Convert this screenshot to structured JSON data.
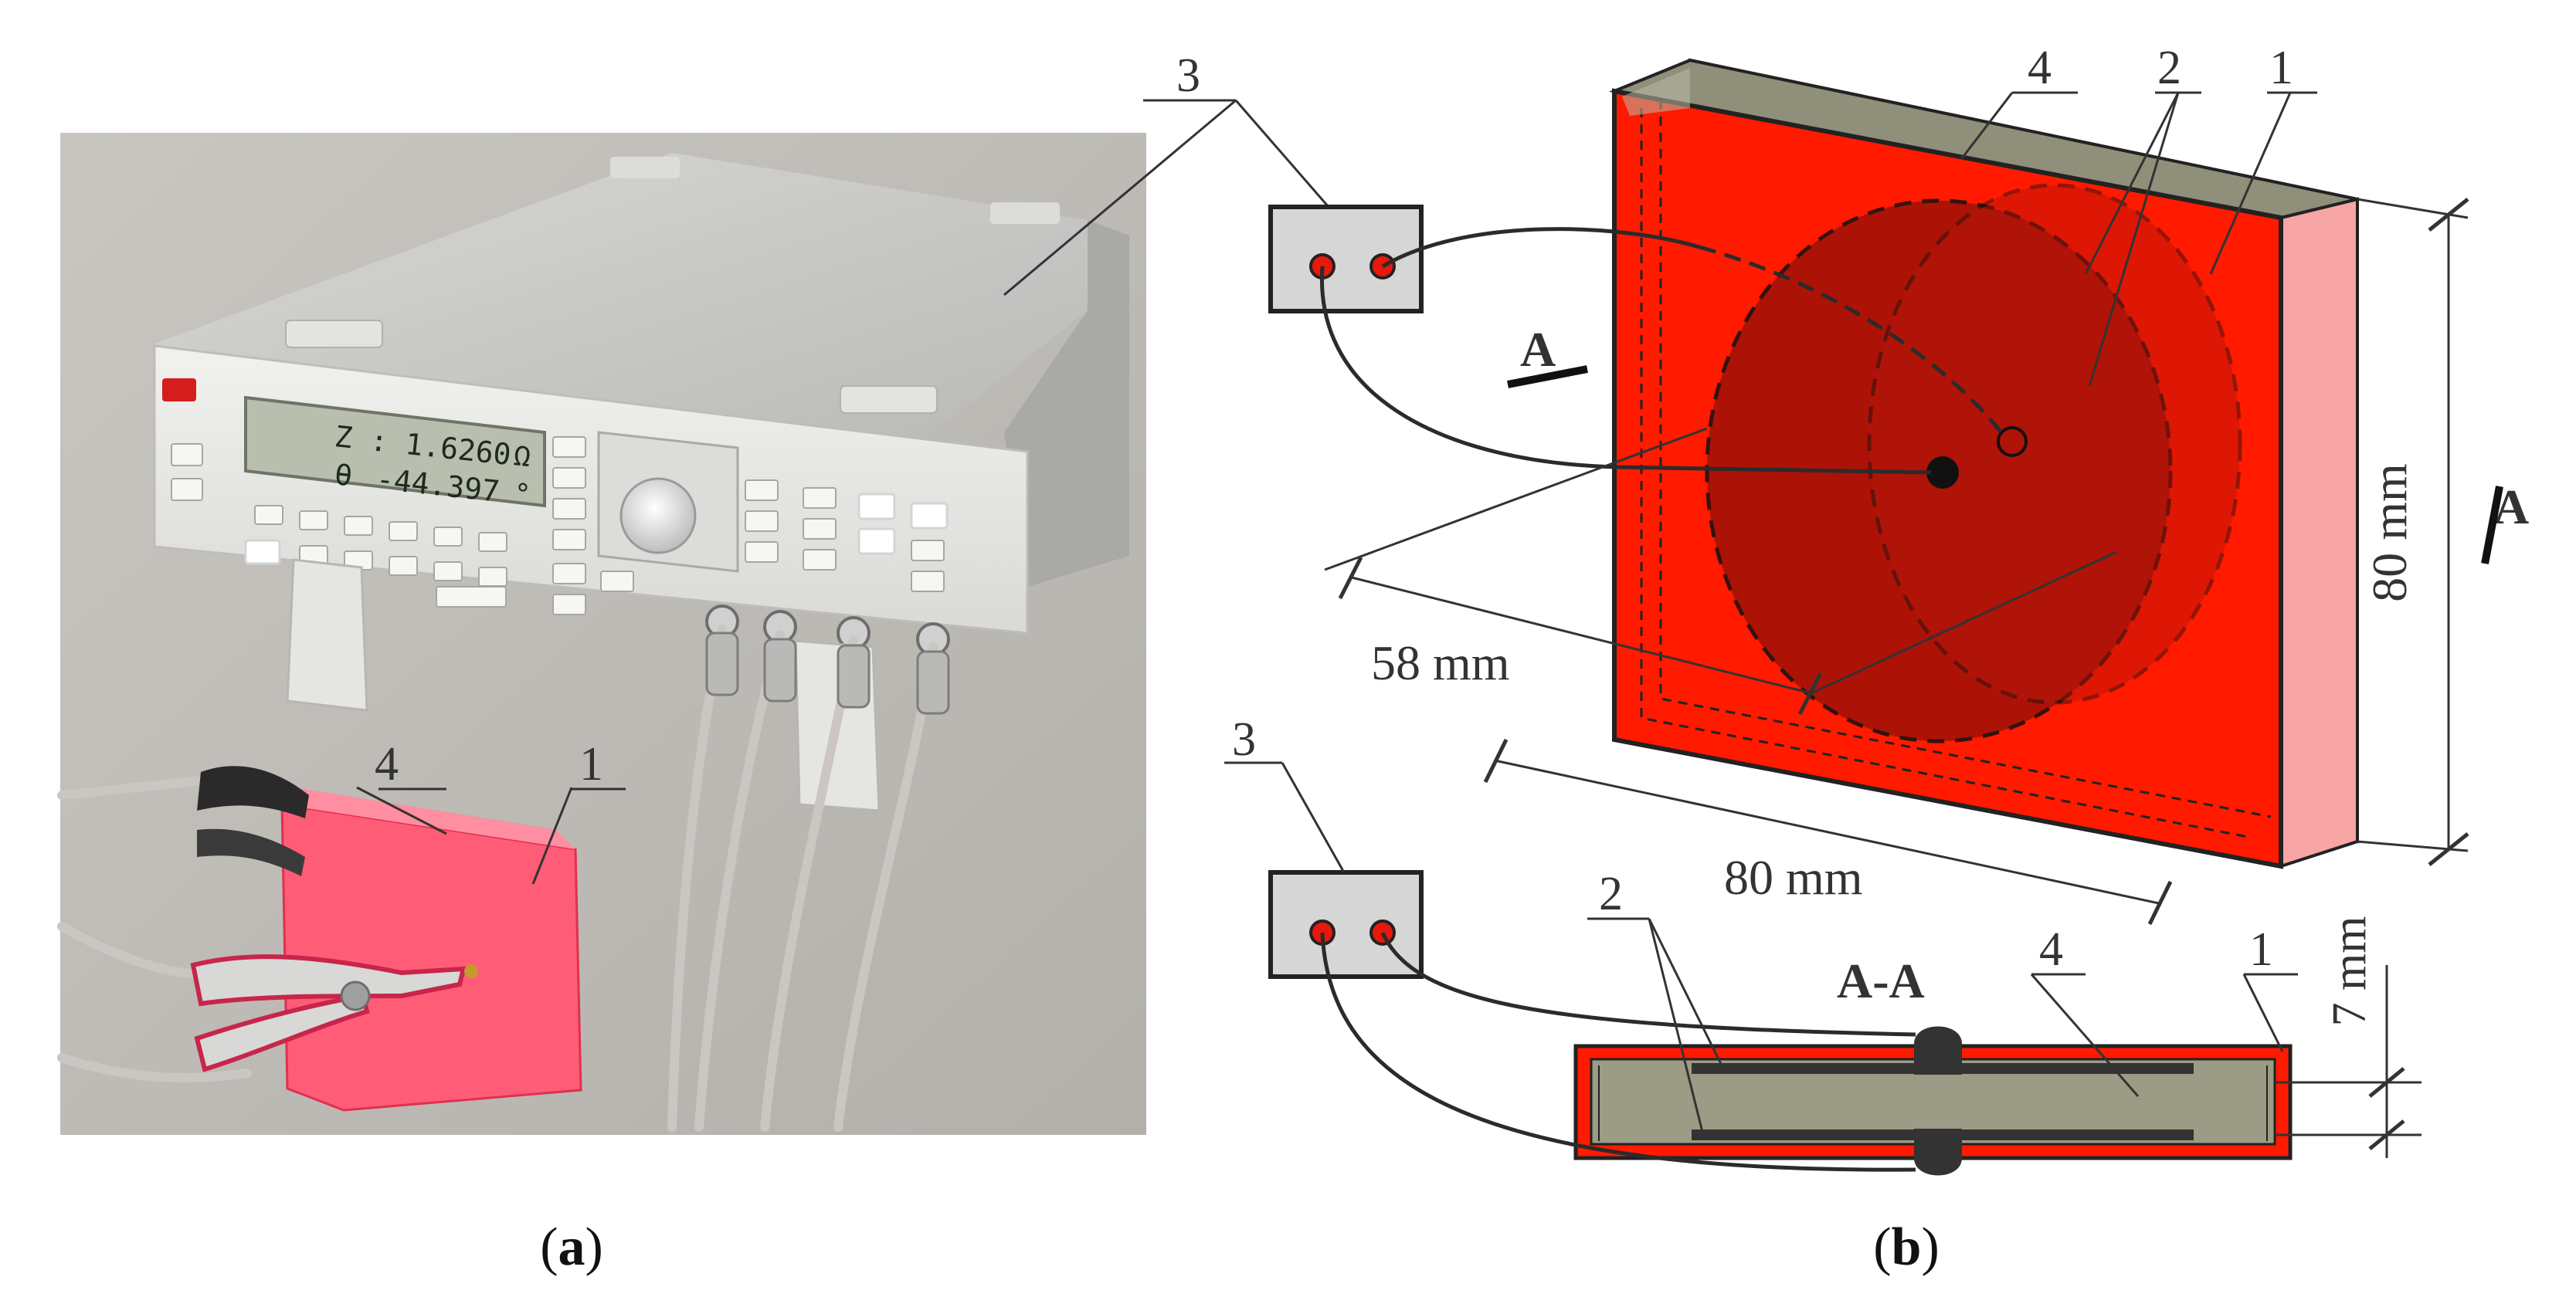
{
  "panel_a": {
    "caption_open": "(",
    "caption_letter": "a",
    "caption_close": ")",
    "callouts": {
      "c1": "1",
      "c3": "3",
      "c4": "4"
    },
    "display": {
      "line1_param": "Z",
      "line1_value": ": 1.6260",
      "line1_unit": "Ω",
      "line2_param": "θ",
      "line2_value": "-44.397",
      "line2_unit": "°"
    }
  },
  "panel_b": {
    "caption_open": "(",
    "caption_letter": "b",
    "caption_close": ")",
    "callouts": {
      "c1_top": "1",
      "c2_top": "2",
      "c3_top": "3",
      "c4_top": "4",
      "c1_bot": "1",
      "c2_bot": "2",
      "c3_bot": "3",
      "c4_bot": "4"
    },
    "section_mark_left": "A",
    "section_mark_right": "A",
    "section_title": "A-A",
    "dimensions": {
      "diameter": "58 mm",
      "width": "80 mm",
      "height": "80 mm",
      "thickness": "7 mm"
    }
  },
  "colors": {
    "plate_red": "#ff1a00",
    "electrode_dark": "#9e1208",
    "insulator_olive": "#9c9c86",
    "terminal_red": "#e8180c",
    "box_gray": "#d6d6d6"
  }
}
